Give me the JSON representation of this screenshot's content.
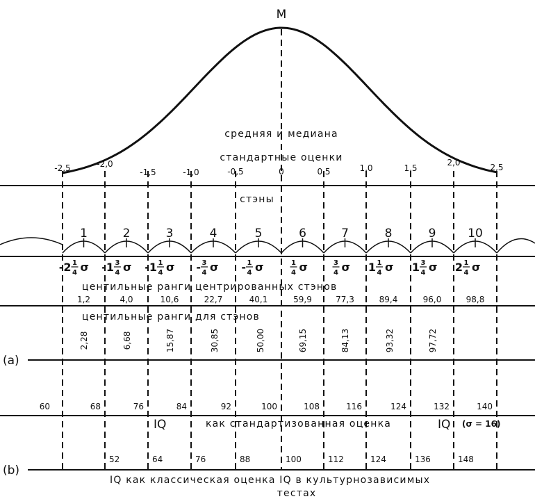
{
  "labels": {
    "mean_letter": "M",
    "mean_median": "средняя и медиана",
    "standard_scores": "стандартные оценки",
    "stens": "стэны",
    "centered_percentiles": "центильные ранги центрированных стэнов",
    "sten_percentiles": "центильные ранги для стэнов",
    "iq_standardized_prefix": "IQ",
    "iq_standardized_rest": "как стандартизованная оценка",
    "iq_standardized_iq": "IQ",
    "iq_standardized_sigma": "(σ = 16)",
    "iq_classic_line1": "IQ как классическая оценка IQ в культурнозависимых",
    "iq_classic_line2": "тестах",
    "row_a": "(a)",
    "row_b": "(b)"
  },
  "z_scores": [
    "-2,5",
    "-2,0",
    "-1,5",
    "-1,0",
    "-0,5",
    "0",
    "0,5",
    "1,0",
    "1,5",
    "2,0",
    "2,5"
  ],
  "stens": [
    "1",
    "2",
    "3",
    "4",
    "5",
    "6",
    "7",
    "8",
    "9",
    "10"
  ],
  "sigma_labels": [
    {
      "sign": "-",
      "whole": "2",
      "num": "1",
      "den": "4",
      "sym": "σ"
    },
    {
      "sign": "-",
      "whole": "1",
      "num": "3",
      "den": "4",
      "sym": "σ"
    },
    {
      "sign": "-",
      "whole": "1",
      "num": "1",
      "den": "4",
      "sym": "σ"
    },
    {
      "sign": "-",
      "whole": "",
      "num": "3",
      "den": "4",
      "sym": "σ"
    },
    {
      "sign": "-",
      "whole": "",
      "num": "1",
      "den": "4",
      "sym": "σ"
    },
    {
      "sign": "",
      "whole": "",
      "num": "1",
      "den": "4",
      "sym": "σ"
    },
    {
      "sign": "",
      "whole": "",
      "num": "3",
      "den": "4",
      "sym": "σ"
    },
    {
      "sign": "",
      "whole": "1",
      "num": "1",
      "den": "4",
      "sym": "σ"
    },
    {
      "sign": "",
      "whole": "1",
      "num": "3",
      "den": "4",
      "sym": "σ"
    },
    {
      "sign": "",
      "whole": "2",
      "num": "1",
      "den": "4",
      "sym": "σ"
    }
  ],
  "centered_percentiles": [
    "1,2",
    "4,0",
    "10,6",
    "22,7",
    "40,1",
    "59,9",
    "77,3",
    "89,4",
    "96,0",
    "98,8"
  ],
  "sten_percentiles": [
    "2,28",
    "6,68",
    "15,87",
    "30,85",
    "50,00",
    "69,15",
    "84,13",
    "93,32",
    "97,72"
  ],
  "iq_standardized": [
    "60",
    "68",
    "76",
    "84",
    "92",
    "100",
    "108",
    "116",
    "124",
    "132",
    "140"
  ],
  "iq_classic": [
    "52",
    "64",
    "76",
    "88",
    "100",
    "112",
    "124",
    "136",
    "148"
  ]
}
